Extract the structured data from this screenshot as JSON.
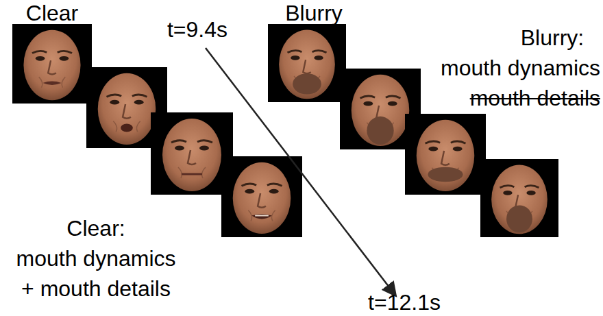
{
  "diagram": {
    "labels": [
      "Clear",
      "t=9.4s",
      "Blurry",
      "Blurry:",
      "mouth dynamics",
      "mouth details",
      "Clear:",
      "mouth dynamics",
      "+ mouth details",
      "t=12.1s"
    ]
  }
}
